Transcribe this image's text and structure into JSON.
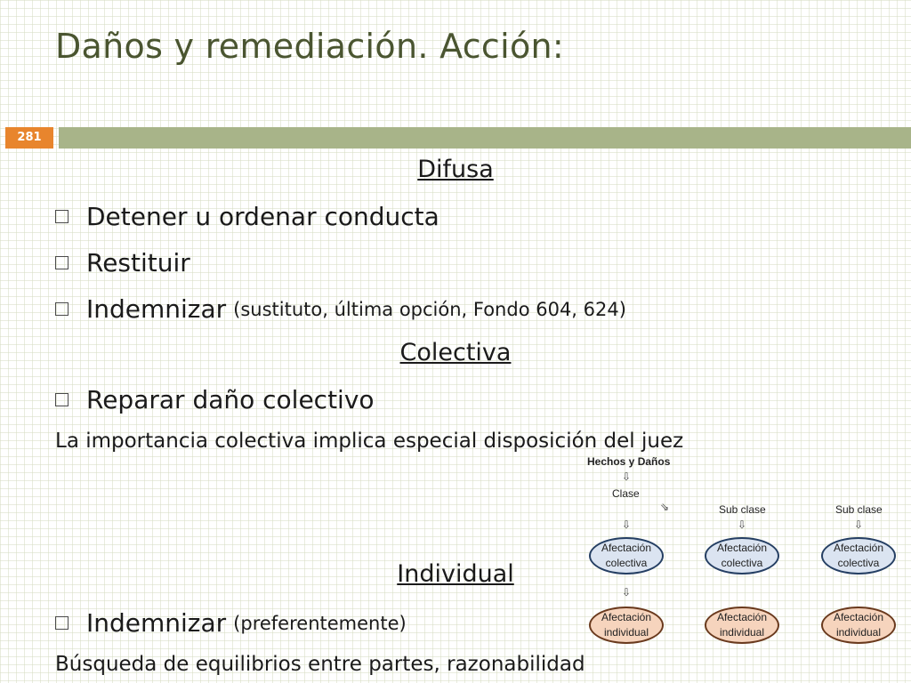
{
  "slide": {
    "title": "Daños y remediación. Acción:",
    "page_number": "281",
    "colors": {
      "title": "#4a5530",
      "page_badge": "#e8852d",
      "header_band": "#a8b489"
    }
  },
  "difusa": {
    "heading": "Difusa",
    "bullets": [
      {
        "main": "Detener u ordenar conducta",
        "aside": ""
      },
      {
        "main": "Restituir",
        "aside": ""
      },
      {
        "main": "Indemnizar",
        "aside": "(sustituto, última opción, Fondo 604, 624)"
      }
    ]
  },
  "colectiva": {
    "heading": "Colectiva",
    "bullets": [
      {
        "main": "Reparar daño colectivo"
      }
    ],
    "note": "La importancia colectiva implica especial disposición del juez"
  },
  "individual": {
    "heading": "Individual",
    "bullets": [
      {
        "main": "Indemnizar",
        "aside": "(preferentemente)"
      }
    ],
    "note": "Búsqueda de equilibrios entre partes, razonabilidad"
  },
  "diagram": {
    "title": "Hechos y Daños",
    "class_label": "Clase",
    "subclass_labels": [
      "Sub clase",
      "Sub clase"
    ],
    "collective_nodes": [
      {
        "line1": "Afectación",
        "line2": "colectiva"
      },
      {
        "line1": "Afectación",
        "line2": "colectiva"
      },
      {
        "line1": "Afectación",
        "line2": "colectiva"
      }
    ],
    "individual_nodes": [
      {
        "line1": "Afectación",
        "line2": "individual"
      },
      {
        "line1": "Afectación",
        "line2": "individual"
      },
      {
        "line1": "Afectación",
        "line2": "individual"
      }
    ],
    "arrow_down": "⇩",
    "arrow_diag": "⇘",
    "colors": {
      "collective_fill": "#dbe4f1",
      "collective_border": "#253f63",
      "individual_fill": "#f6d4bd",
      "individual_border": "#6a3a1e"
    }
  }
}
